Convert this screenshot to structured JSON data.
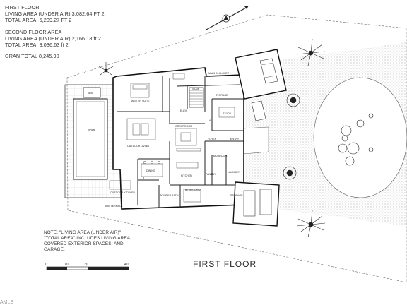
{
  "area_summary": {
    "first_floor_title": "FIRST FLOOR",
    "first_living": "LIVING AREA (UNDER AIR) 3,082.64 FT 2",
    "first_total": "TOTAL AREA:  5,209.27 FT 2",
    "second_floor_title": "SECOND FLOOR AREA",
    "second_living": "LIVING AREA (UNDER AIR) 2,166.18 ft 2",
    "second_total": "TOTAL AREA:  3,036.63 ft 2",
    "gran_total": "GRAN TOTAL 8,245.90"
  },
  "note": {
    "line1": "NOTE: \"LIVING AREA (UNDER AIR)\"",
    "line2": "\"TOTAL AREA\" INCLUDES LIVING AREA,",
    "line3": "COVERED EXTERIOR SPACES, AND",
    "line4": "GARAGE."
  },
  "plan_title": "FIRST FLOOR",
  "scale": {
    "ticks": [
      "0'",
      "10'",
      "20'",
      "40'"
    ]
  },
  "rooms": {
    "spa": "SPA",
    "pool": "POOL",
    "master_suite": "MASTER SUITE",
    "outdoor_living": "OUTDOOR LIVING",
    "great_room": "GREAT ROOM",
    "dining": "DINING",
    "outdoor_kitchen": "OUTDOOR KITCHEN",
    "sun_terrace": "SUN TERRACE",
    "kitchen": "KITCHEN",
    "powder_bath": "POWDER BATH",
    "bedroom2": "BEDROOM 2",
    "walk_in_closet": "WALK IN CLOSET",
    "stair": "STAIR",
    "storage": "STORAGE",
    "elev": "ELEV",
    "study": "STUDY",
    "av": "AV",
    "foyer": "FOYER",
    "entry": "ENTRY",
    "pantry": "PANTRY",
    "laundry": "LAUNDRY",
    "storage2": "STORAGE",
    "mudroom": "MUDROOM"
  },
  "corner_mark": "AMLS"
}
